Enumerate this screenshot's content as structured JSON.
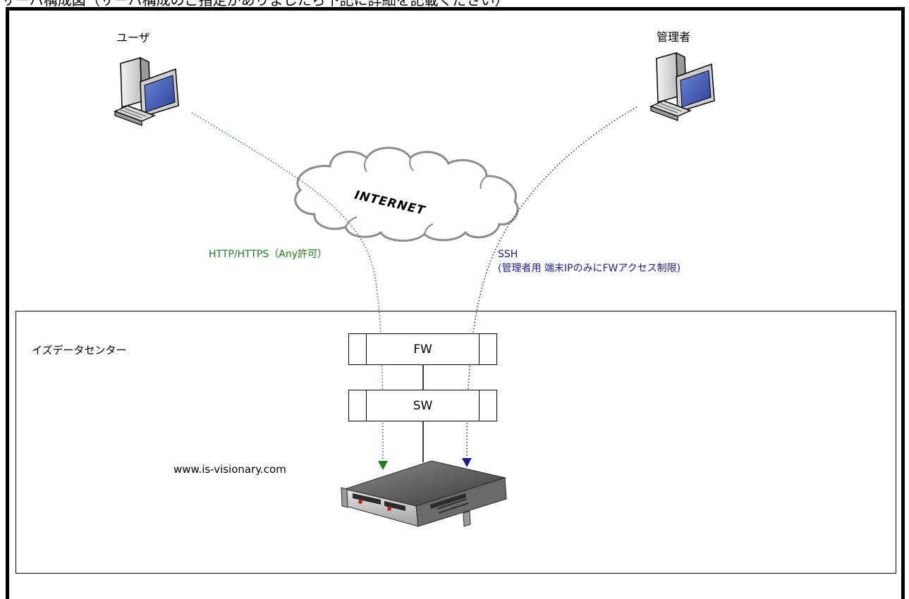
{
  "header": {
    "title": "サーバ構成図（サーバ構成のご指定がありましたら下記に詳細を記載ください）"
  },
  "nodes": {
    "user_label": "ユーザ",
    "admin_label": "管理者",
    "internet_label": "INTERNET",
    "datacenter_label": "イズデータセンター",
    "fw_label": "FW",
    "sw_label": "SW",
    "server_label": "www.is-visionary.com"
  },
  "connections": {
    "user_line": {
      "label": "HTTP/HTTPS（Any許可）",
      "color": "#1a7f1a"
    },
    "admin_line": {
      "label_line1": "SSH",
      "label_line2": "(管理者用 端末IPのみにFWアクセス制限)",
      "color": "#1c1c8c"
    }
  },
  "icons": [
    "computer-icon",
    "cloud-icon",
    "server-icon"
  ]
}
